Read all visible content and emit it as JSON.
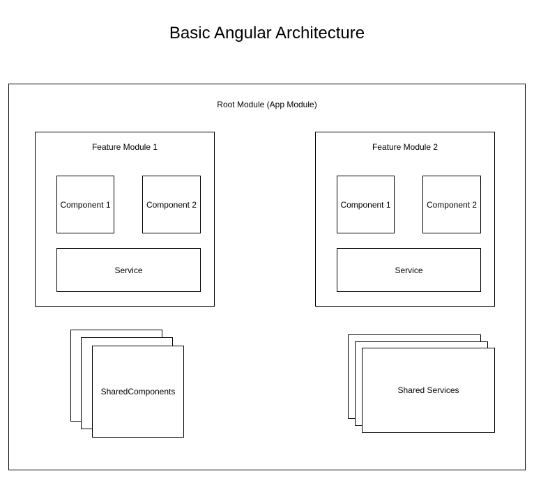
{
  "title": "Basic Angular Architecture",
  "root_module": {
    "label": "Root Module (App Module)"
  },
  "feature_modules": [
    {
      "label": "Feature Module 1",
      "components": [
        "Component 1",
        "Component 2"
      ],
      "service": "Service"
    },
    {
      "label": "Feature Module 2",
      "components": [
        "Component 1",
        "Component 2"
      ],
      "service": "Service"
    }
  ],
  "shared_components": {
    "label": "SharedComponents"
  },
  "shared_services": {
    "label": "Shared Services"
  }
}
